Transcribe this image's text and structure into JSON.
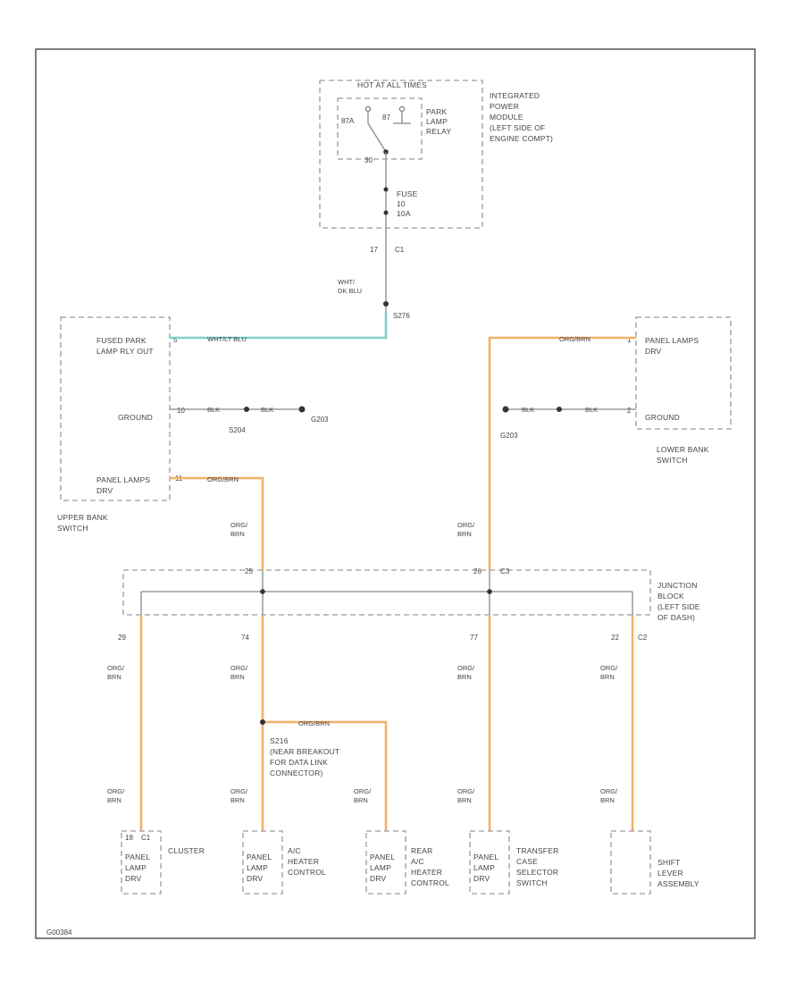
{
  "colors": {
    "orange_wire": "#f4b069",
    "blue_wire": "#7fd0cc",
    "line": "#888888",
    "border": "#555555"
  },
  "ipm": {
    "header": "HOT AT ALL TIMES",
    "label": [
      "INTEGRATED",
      "POWER",
      "MODULE",
      "(LEFT SIDE OF",
      "ENGINE COMPT)"
    ],
    "relay_label": [
      "PARK",
      "LAMP",
      "RELAY"
    ],
    "relay_pins": [
      "87A",
      "87",
      "30"
    ],
    "fuse_label": [
      "FUSE",
      "10",
      "10A"
    ],
    "connector_pin": "17",
    "connector": "C1"
  },
  "feed": {
    "wire_color": [
      "WHT/",
      "DK BLU"
    ],
    "splice": "S276"
  },
  "upper_switch": {
    "label": [
      "UPPER BANK",
      "SWITCH"
    ],
    "fused_label": [
      "FUSED PARK",
      "LAMP RLY OUT"
    ],
    "fused_pin": "5",
    "fused_wire": "WHT/LT BLU",
    "ground_label": "GROUND",
    "ground_pin": "10",
    "ground_wire_1": "BLK",
    "ground_wire_2": "BLK",
    "splice": "S204",
    "ground": "G203",
    "panel_label": [
      "PANEL LAMPS",
      "DRV"
    ],
    "panel_pin": "11",
    "panel_wire": "ORG/BRN"
  },
  "lower_switch": {
    "label": [
      "LOWER BANK",
      "SWITCH"
    ],
    "panel_label": [
      "PANEL LAMPS",
      "DRV"
    ],
    "panel_pin": "1",
    "panel_wire": "ORG/BRN",
    "ground_label": "GROUND",
    "ground_pin": "2",
    "ground_wire_1": "BLK",
    "ground_wire_2": "BLK",
    "ground": "G203"
  },
  "junction_block": {
    "label": [
      "JUNCTION",
      "BLOCK",
      "(LEFT SIDE",
      "OF DASH)"
    ],
    "top_pin_left": "25",
    "top_pin_right": "26",
    "top_connector": "C3",
    "bottom_pins": [
      "29",
      "74",
      "77",
      "22"
    ],
    "bottom_connector": "C2",
    "wire_colors": [
      [
        "ORG/",
        "BRN"
      ],
      [
        "ORG/",
        "BRN"
      ],
      [
        "ORG/",
        "BRN"
      ],
      [
        "ORG/",
        "BRN"
      ]
    ],
    "input_wire_colors": [
      [
        "ORG/",
        "BRN"
      ],
      [
        "ORG/",
        "BRN"
      ]
    ]
  },
  "splice_s216": {
    "label": [
      "S216",
      "(NEAR BREAKOUT",
      "FOR DATA LINK",
      "CONNECTOR)"
    ],
    "branch_wire": "ORG/BRN"
  },
  "components": [
    {
      "pin": "18",
      "connector": "C1",
      "box_label": [
        "PANEL",
        "LAMP",
        "DRV"
      ],
      "name": [
        "CLUSTER"
      ],
      "wire": [
        "ORG/",
        "BRN"
      ]
    },
    {
      "pin": "",
      "connector": "",
      "box_label": [
        "PANEL",
        "LAMP",
        "DRV"
      ],
      "name": [
        "A/C",
        "HEATER",
        "CONTROL"
      ],
      "wire": [
        "ORG/",
        "BRN"
      ]
    },
    {
      "pin": "",
      "connector": "",
      "box_label": [
        "PANEL",
        "LAMP",
        "DRV"
      ],
      "name": [
        "REAR",
        "A/C",
        "HEATER",
        "CONTROL"
      ],
      "wire": [
        "ORG/",
        "BRN"
      ]
    },
    {
      "pin": "",
      "connector": "",
      "box_label": [
        "PANEL",
        "LAMP",
        "DRV"
      ],
      "name": [
        "TRANSFER",
        "CASE",
        "SELECTOR",
        "SWITCH"
      ],
      "wire": [
        "ORG/",
        "BRN"
      ]
    },
    {
      "pin": "",
      "connector": "",
      "box_label": [],
      "name": [
        "SHIFT",
        "LEVER",
        "ASSEMBLY"
      ],
      "wire": [
        "ORG/",
        "BRN"
      ]
    }
  ],
  "footer_code": "G00384"
}
